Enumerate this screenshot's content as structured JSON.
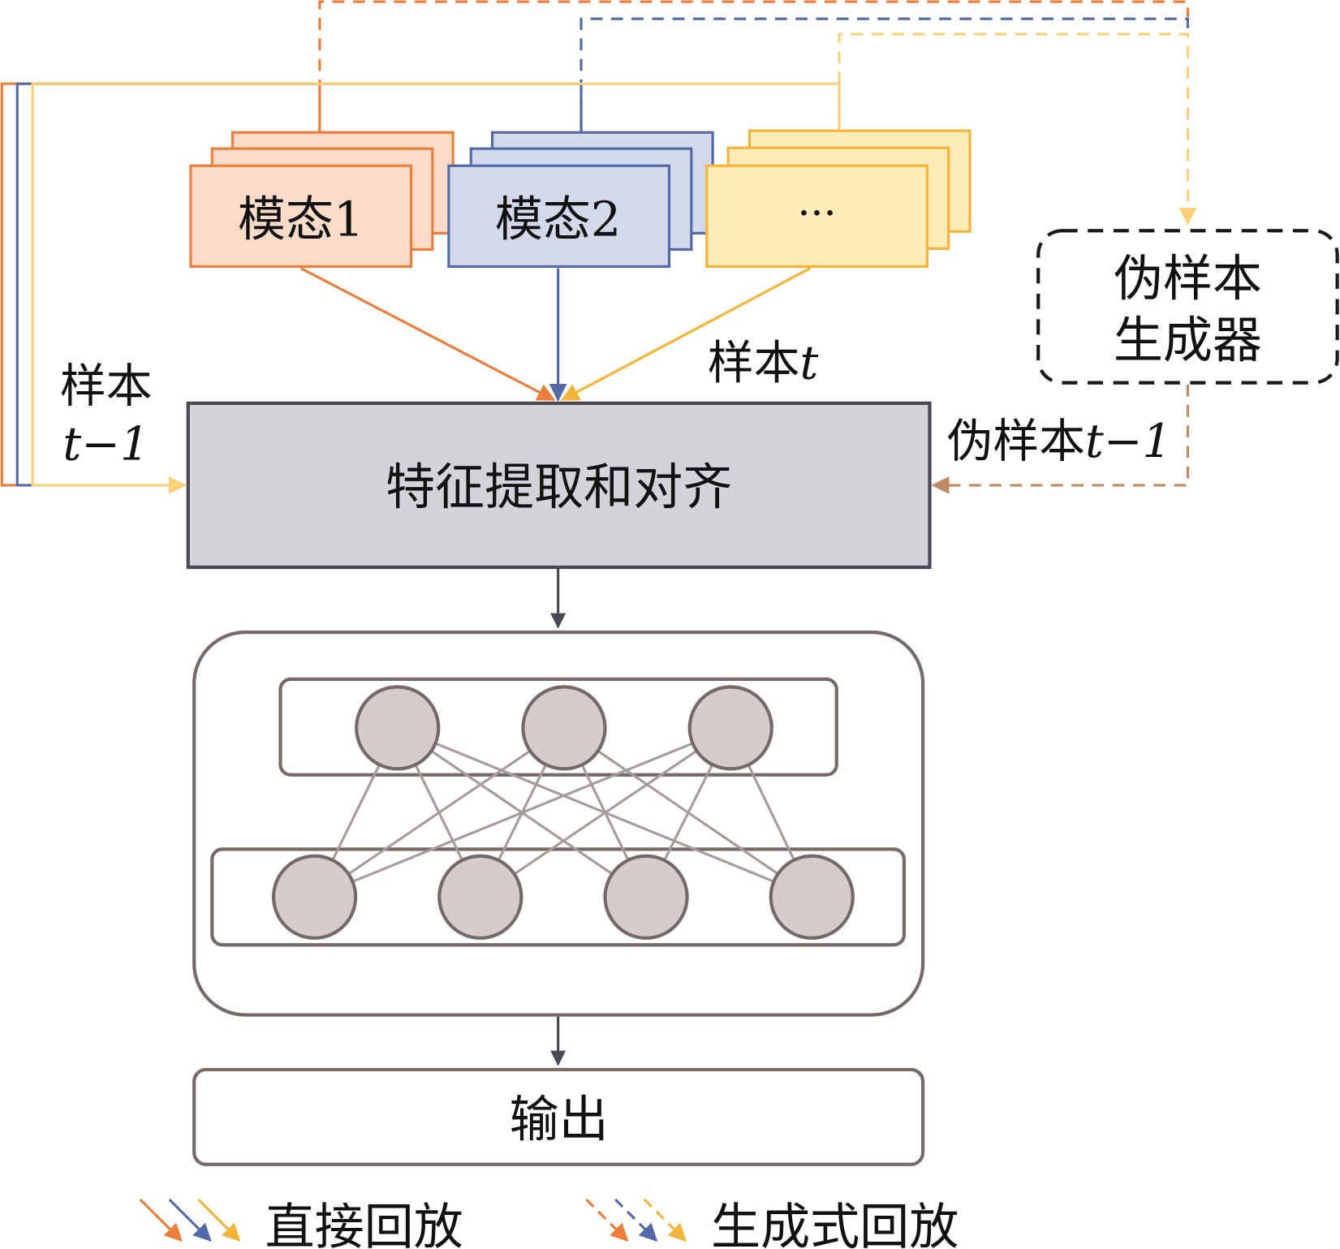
{
  "diagram": {
    "modalities": [
      {
        "label": "模态1",
        "color": "#ED7D3A",
        "fill": "#FCDCC8"
      },
      {
        "label": "模态2",
        "color": "#5469A8",
        "fill": "#D3D8EB"
      },
      {
        "label": "···",
        "color": "#F5B33A",
        "fill": "#FDEBB8",
        "light": "#FAD07A"
      }
    ],
    "sample_t_label": "样本",
    "sample_t_var": "t",
    "sample_prev_label": "样本",
    "sample_prev_var": "t−1",
    "generator_label_line1": "伪样本",
    "generator_label_line2": "生成器",
    "pseudo_prev_label": "伪样本",
    "pseudo_prev_var": "t−1",
    "feature_box_label": "特征提取和对齐",
    "output_label": "输出",
    "network": {
      "top_layer_nodes": 3,
      "bottom_layer_nodes": 4
    },
    "legend": [
      {
        "label": "直接回放",
        "style": "solid"
      },
      {
        "label": "生成式回放",
        "style": "dashed"
      }
    ],
    "colors": {
      "orange": "#ED7D3A",
      "blue": "#5469A8",
      "yellow": "#F5B33A",
      "yellow_light": "#FAD07A",
      "feature_fill": "#D4D3D9",
      "feature_stroke": "#4A4850",
      "net_stroke": "#766A69",
      "node_fill": "#D4CDCA",
      "link": "#A69C9A",
      "pseudo_arrow": "#C08A64"
    }
  }
}
